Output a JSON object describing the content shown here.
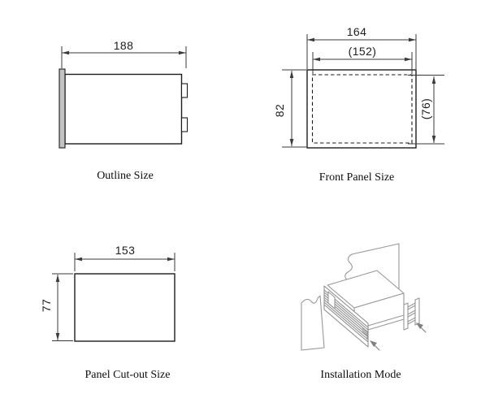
{
  "document": {
    "type": "dimension-drawing-sheet",
    "background": "#ffffff"
  },
  "colors": {
    "dimension_line": "#3a3a3a",
    "outline_line": "#1c1c1c",
    "flange_fill": "#c3c3c3",
    "drawing_gray": "#979797",
    "arrow_fill": "#808080"
  },
  "figures": {
    "outline_size": {
      "caption": "Outline Size",
      "dimensions": {
        "width": "188"
      }
    },
    "front_panel_size": {
      "caption": "Front Panel Size",
      "dimensions": {
        "outer_width": "164",
        "bezel_width": "(152)",
        "outer_height": "82",
        "bezel_height": "(76)"
      }
    },
    "panel_cutout_size": {
      "caption": "Panel Cut-out Size",
      "dimensions": {
        "width": "153",
        "height": "77"
      }
    },
    "installation_mode": {
      "caption": "Installation Mode"
    }
  }
}
